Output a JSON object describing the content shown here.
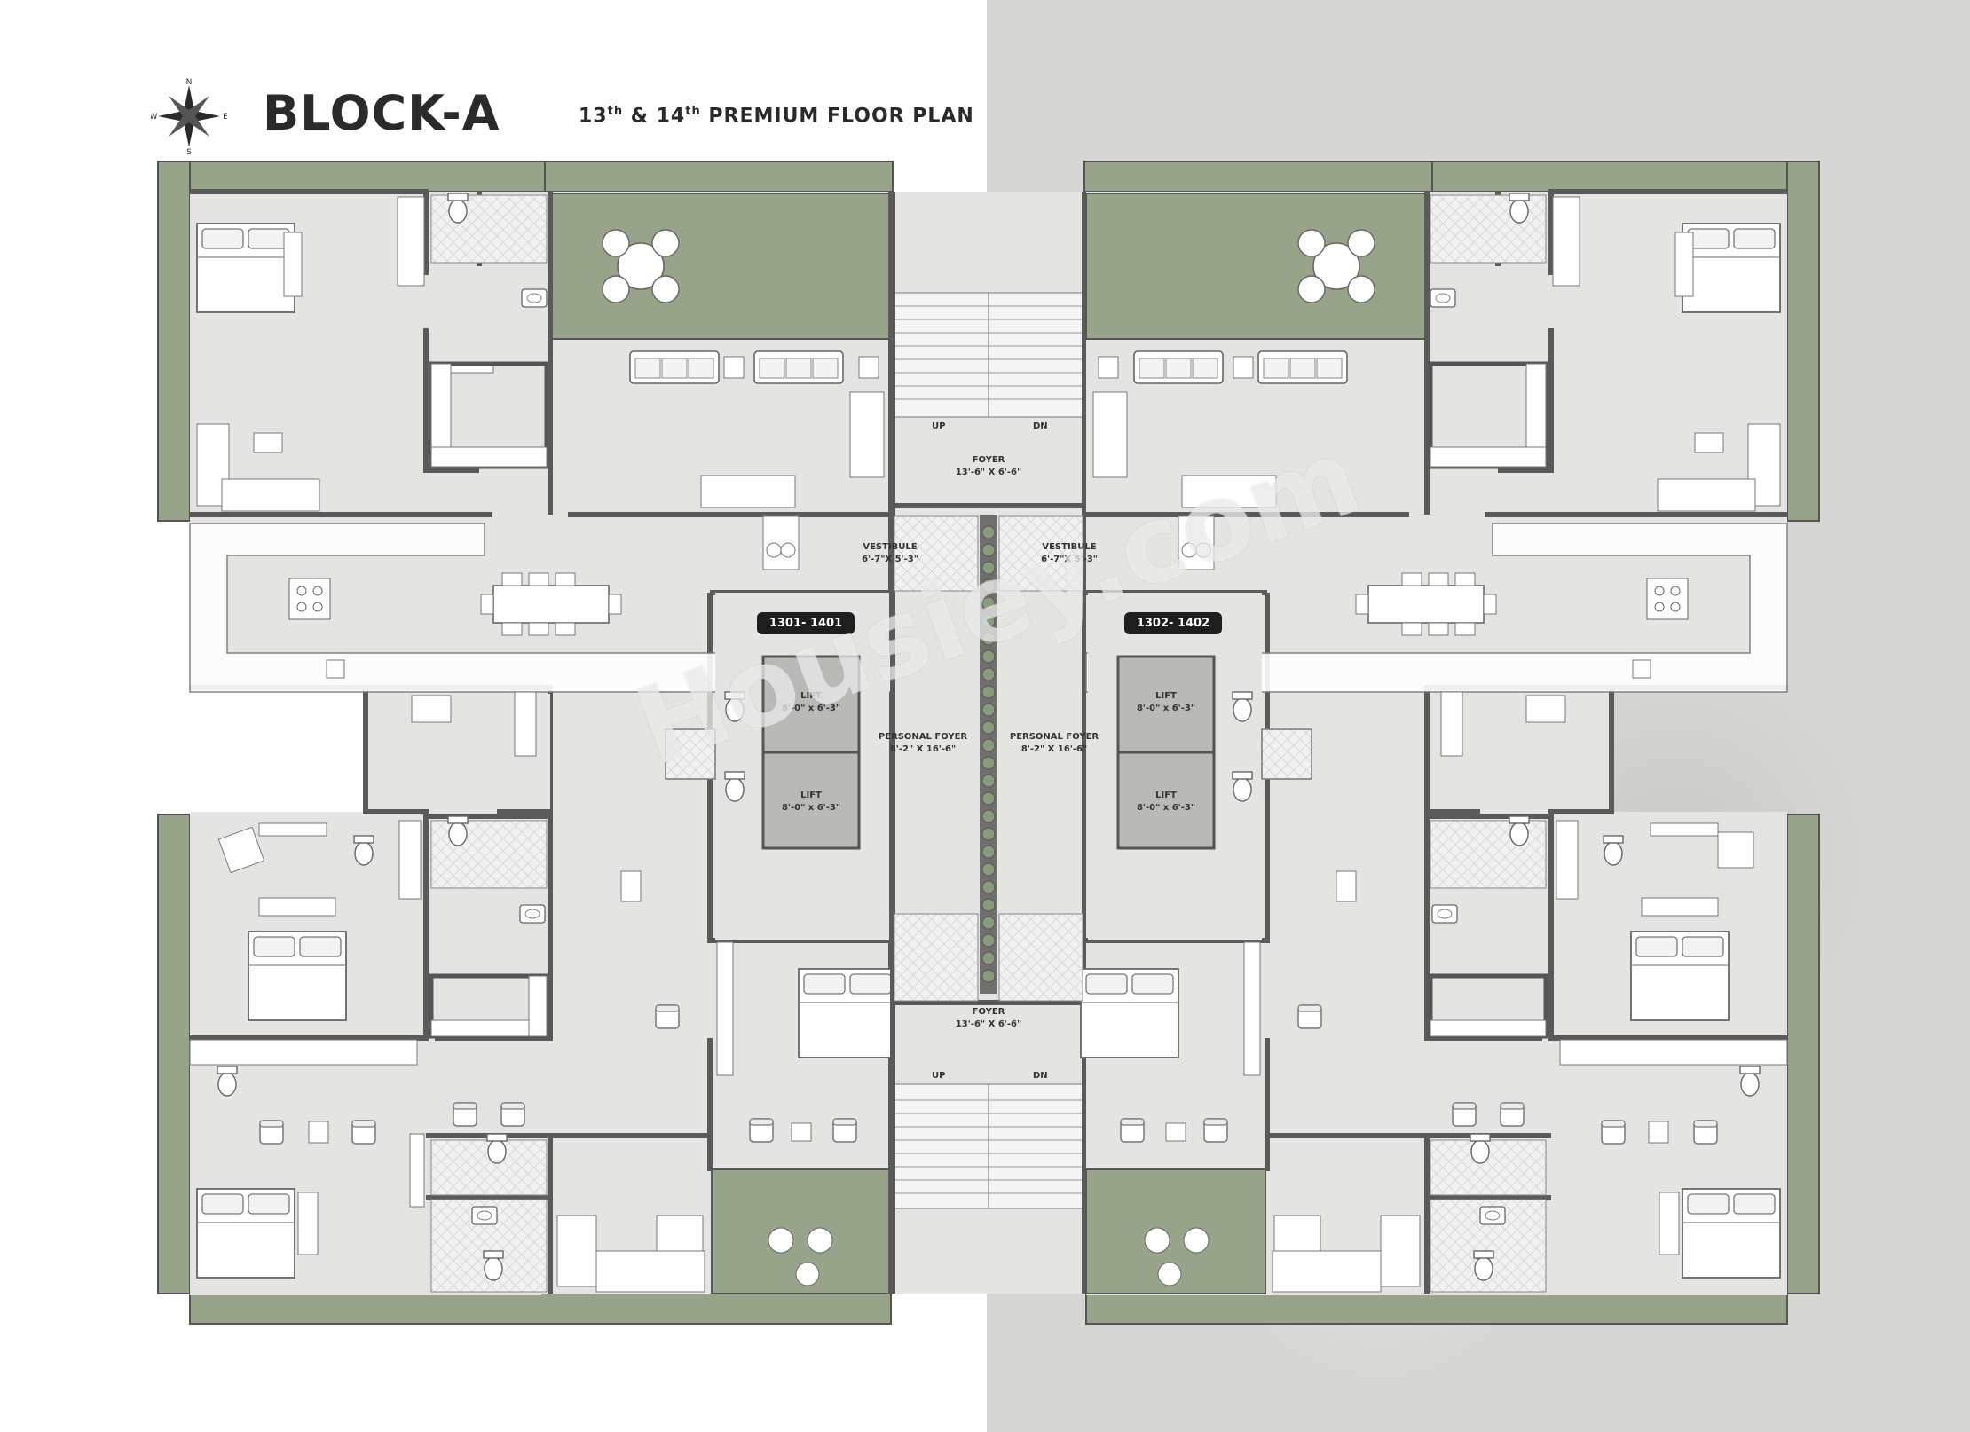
{
  "title": {
    "main": "BLOCK-A",
    "floor_1": "13",
    "floor_1_sup": "th",
    "amp": " & ",
    "floor_2": "14",
    "floor_2_sup": "th",
    "rest": " PREMIUM FLOOR PLAN"
  },
  "compass": {
    "n": "N",
    "s": "S",
    "e": "E",
    "w": "W"
  },
  "units": {
    "left": "1301- 1401",
    "right": "1302- 1402"
  },
  "rooms": {
    "foyer_top": {
      "name": "FOYER",
      "size": "13'-6\" X 6'-6\""
    },
    "foyer_bottom": {
      "name": "FOYER",
      "size": "13'-6\" X 6'-6\""
    },
    "stairs_top": {
      "up": "UP",
      "dn": "DN"
    },
    "stairs_bottom": {
      "up": "UP",
      "dn": "DN"
    },
    "vestibule_left": {
      "name": "VESTIBULE",
      "size": "6'-7\"X 5'-3\""
    },
    "vestibule_right": {
      "name": "VESTIBULE",
      "size": "6'-7\"X 5'-3\""
    },
    "personal_foyer_left": {
      "name": "PERSONAL FOYER",
      "size": "8'-2\" X 16'-6\""
    },
    "personal_foyer_right": {
      "name": "PERSONAL FOYER",
      "size": "8'-2\" X 16'-6\""
    },
    "lift_1": {
      "name": "LIFT",
      "size": "8'-0\" x 6'-3\""
    },
    "lift_2": {
      "name": "LIFT",
      "size": "8'-0\" x 6'-3\""
    },
    "lift_3": {
      "name": "LIFT",
      "size": "8'-0\" x 6'-3\""
    },
    "lift_4": {
      "name": "LIFT",
      "size": "8'-0\" x 6'-3\""
    }
  },
  "watermark": "Housiey.com",
  "colors": {
    "green": "#98a48a",
    "floor": "#e4e4e2",
    "wall": "#5a5a5a",
    "lift": "#b9b9b7",
    "concrete": "#d6d6d4",
    "tile": "#eeeeee"
  }
}
